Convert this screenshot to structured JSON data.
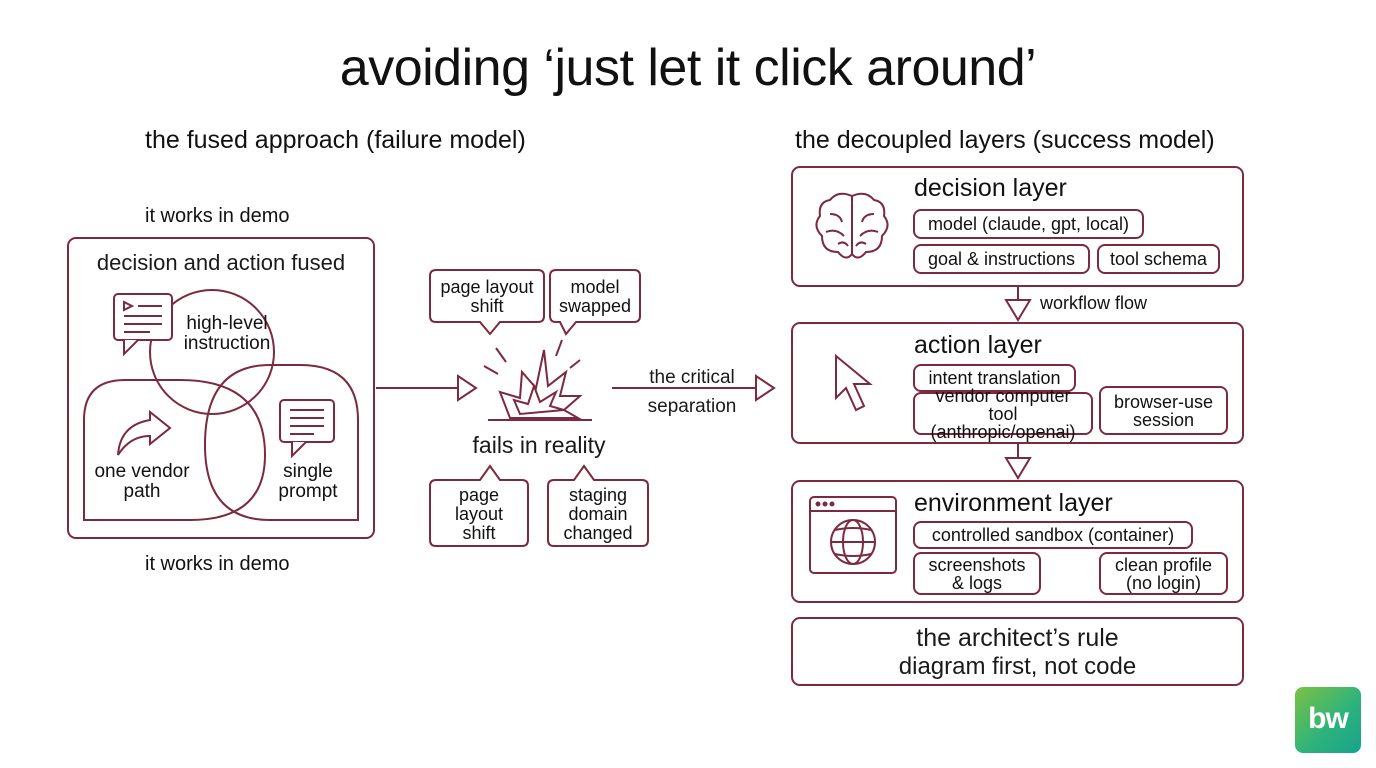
{
  "title": "avoiding ‘just let it click around’",
  "left": {
    "heading": "the fused approach (failure model)",
    "top_note": "it works in demo",
    "bottom_note": "it works in demo",
    "box_title": "decision and action fused",
    "venn": {
      "top": "high-level\ninstruction",
      "left": "one vendor\npath",
      "right": "single\nprompt"
    }
  },
  "middle": {
    "bubble_top_left": "page layout\nshift",
    "bubble_top_right": "model\nswapped",
    "caption": "fails in reality",
    "bubble_bottom_left": "page\nlayout\nshift",
    "bubble_bottom_right": "staging\ndomain\nchanged",
    "separation": "the critical\nseparation"
  },
  "right": {
    "heading": "the decoupled layers (success model)",
    "decision": {
      "title": "decision layer",
      "items": [
        "model (claude, gpt, local)",
        "goal & instructions",
        "tool schema"
      ]
    },
    "flow_label": "workflow flow",
    "action": {
      "title": "action layer",
      "items": [
        "intent translation",
        "vendor computer tool\n(anthropic/openai)",
        "browser-use\nsession"
      ]
    },
    "environment": {
      "title": "environment layer",
      "items": [
        "controlled sandbox (container)",
        "screenshots\n& logs",
        "clean profile\n(no login)"
      ]
    },
    "rule": {
      "title": "the architect’s rule",
      "subtitle": "diagram first, not code"
    }
  },
  "logo_text": "bw",
  "colors": {
    "accent": "#7b2a3f",
    "logo_green": "#2fb37a"
  },
  "icons": [
    "document-icon",
    "cursor-arrow-icon",
    "chat-bubble-icon",
    "explosion-icon",
    "brain-icon",
    "pointer-icon",
    "browser-globe-icon",
    "arrow-right-icon",
    "arrow-down-icon"
  ]
}
